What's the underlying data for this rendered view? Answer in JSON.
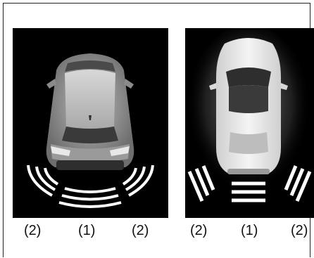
{
  "figure": {
    "left_panel": {
      "view": "rear-three-quarter car with parking sensor zones",
      "labels": [
        "(2)",
        "(1)",
        "(2)"
      ]
    },
    "right_panel": {
      "view": "top-down car with parking sensor zones",
      "labels": [
        "(2)",
        "(1)",
        "(2)"
      ]
    }
  }
}
